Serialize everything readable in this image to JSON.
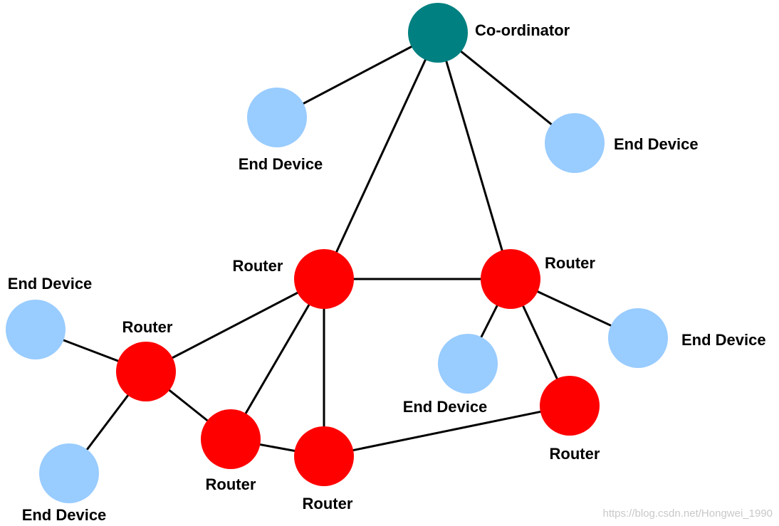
{
  "colors": {
    "coordinator": "#008080",
    "router": "#ff0000",
    "end_device": "#99ccff",
    "link": "#000000"
  },
  "nodes": [
    {
      "id": "coord",
      "type": "coordinator",
      "label": "Co-ordinator"
    },
    {
      "id": "ed1",
      "type": "end_device",
      "label": "End Device"
    },
    {
      "id": "ed2",
      "type": "end_device",
      "label": "End Device"
    },
    {
      "id": "r1",
      "type": "router",
      "label": "Router"
    },
    {
      "id": "r2",
      "type": "router",
      "label": "Router"
    },
    {
      "id": "ed3",
      "type": "end_device",
      "label": "End Device"
    },
    {
      "id": "ed4",
      "type": "end_device",
      "label": "End Device"
    },
    {
      "id": "r3",
      "type": "router",
      "label": "Router"
    },
    {
      "id": "ed5",
      "type": "end_device",
      "label": "End Device"
    },
    {
      "id": "r4",
      "type": "router",
      "label": "Router"
    },
    {
      "id": "r5",
      "type": "router",
      "label": "Router"
    },
    {
      "id": "r6",
      "type": "router",
      "label": "Router"
    },
    {
      "id": "ed6",
      "type": "end_device",
      "label": "End Device"
    }
  ],
  "edges": [
    [
      "coord",
      "ed1"
    ],
    [
      "coord",
      "ed2"
    ],
    [
      "coord",
      "r1"
    ],
    [
      "coord",
      "r2"
    ],
    [
      "r1",
      "r2"
    ],
    [
      "r2",
      "ed3"
    ],
    [
      "r2",
      "ed4"
    ],
    [
      "r2",
      "r6"
    ],
    [
      "r1",
      "r3"
    ],
    [
      "r1",
      "r4"
    ],
    [
      "r1",
      "r5"
    ],
    [
      "r3",
      "ed5"
    ],
    [
      "r3",
      "ed6"
    ],
    [
      "r3",
      "r4"
    ],
    [
      "r4",
      "r5"
    ],
    [
      "r5",
      "r6"
    ]
  ],
  "watermark": "https://blog.csdn.net/Hongwei_1990"
}
